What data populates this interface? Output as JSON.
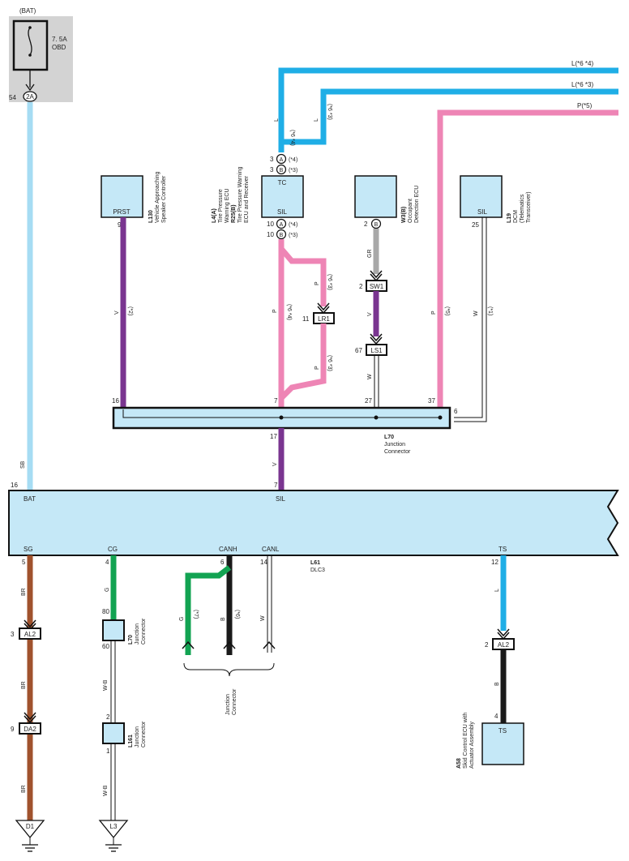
{
  "power": {
    "bat": "(BAT)",
    "fuse_amp": "7. 5A",
    "fuse_name": "OBD",
    "pin": "54",
    "conn": "2A"
  },
  "right_wires": {
    "l_6_4": "L(*6 *4)",
    "l_6_3": "L(*6 *3)",
    "p_5": "P(*5)"
  },
  "tpms": {
    "pin_a_top": "3",
    "pin_b_top": "3",
    "conn_a": "A",
    "conn_b": "B",
    "note_4": "(*4)",
    "note_3": "(*3)",
    "tc": "TC",
    "sil": "SIL",
    "pin_a_bot": "10",
    "pin_b_bot": "10",
    "code1": "L4(A)",
    "name1a": "Tire Pressure",
    "name1b": "Warning ECU",
    "code2": "R25(B)",
    "name2a": "Tire Pressure Warning",
    "name2b": "ECU and Receiver",
    "wire_l": "L",
    "wire_note_64": "(*6 *4)",
    "wire_note_63": "(*6 *3)"
  },
  "vasc": {
    "term": "PRST",
    "pin": "9",
    "code": "L130",
    "name1": "Vehicle Approaching",
    "name2": "Speaker Controller",
    "wire": "V",
    "note": "(*2)"
  },
  "occupant": {
    "pin": "2",
    "conn": "B",
    "code": "W3(B)",
    "name1": "Occupant",
    "name2": "Detection ECU",
    "wire_gr": "GR",
    "sw1_pin": "2",
    "sw1": "SW1",
    "wire_v": "V",
    "ls1_pin": "67",
    "ls1": "LS1",
    "wire_w": "W"
  },
  "dcm": {
    "term": "SIL",
    "pin": "25",
    "code": "L19",
    "name1": "DCM",
    "name2": "(Telematics",
    "name3": "Transceiver)",
    "wire": "W",
    "note": "(*1)"
  },
  "lr1": {
    "pin": "11",
    "name": "LR1",
    "wire": "P",
    "note_a": "(*6 *3)",
    "note_b": "(*6 *3)"
  },
  "sil_wire": {
    "wire": "P",
    "note": "(*6 *4)"
  },
  "p5_wire": {
    "wire": "P",
    "note": "(*5)"
  },
  "junction": {
    "pin16": "16",
    "pin7": "7",
    "pin27": "27",
    "pin37": "37",
    "pin6": "6",
    "pin17": "17",
    "code": "L70",
    "name1": "Junction",
    "name2": "Connector"
  },
  "dlc": {
    "bat": "BAT",
    "sil": "SIL",
    "sg": "SG",
    "cg": "CG",
    "canh": "CANH",
    "canl": "CANL",
    "ts": "TS",
    "pin16": "16",
    "pin7": "7",
    "pin5": "5",
    "pin4": "4",
    "pin6": "6",
    "pin14": "14",
    "pin12": "12",
    "code": "L61",
    "name": "DLC3",
    "wire_sb": "SB",
    "wire_v": "V"
  },
  "ground_sg": {
    "wire": "BR",
    "al2_pin": "3",
    "al2": "AL2",
    "da2_pin": "9",
    "da2": "DA2",
    "ground": "D1"
  },
  "ground_cg": {
    "wire_g": "G",
    "j1_pin_top": "80",
    "j1_pin_bot": "60",
    "j1_code": "L70",
    "j1_name1": "Junction",
    "j1_name2": "Connector",
    "wire_wb": "W-B",
    "j2_pin_top": "2",
    "j2_pin_bot": "1",
    "j2_code": "L161",
    "j2_name1": "Junction",
    "j2_name2": "Connector",
    "ground": "L3"
  },
  "can": {
    "wire_g": "G",
    "note_g": "(*7)",
    "wire_b": "B",
    "note_b": "(*6)",
    "wire_w": "W",
    "jc_name1": "Junction",
    "jc_name2": "Connector"
  },
  "skid": {
    "wire_l": "L",
    "al2_pin": "2",
    "al2": "AL2",
    "wire_b": "B",
    "pin": "4",
    "term": "TS",
    "code": "A58",
    "name1": "Skid Control ECU with",
    "name2": "Actuator Assembly"
  },
  "colors": {
    "lightblue": "#a6dcf3",
    "blue": "#1faee6",
    "pink": "#ee85b5",
    "purple": "#7a3590",
    "brown": "#a0522d",
    "green": "#12a352",
    "gray": "#a8a8a8",
    "black": "#1a1a1a",
    "component": "#c5e8f7"
  }
}
